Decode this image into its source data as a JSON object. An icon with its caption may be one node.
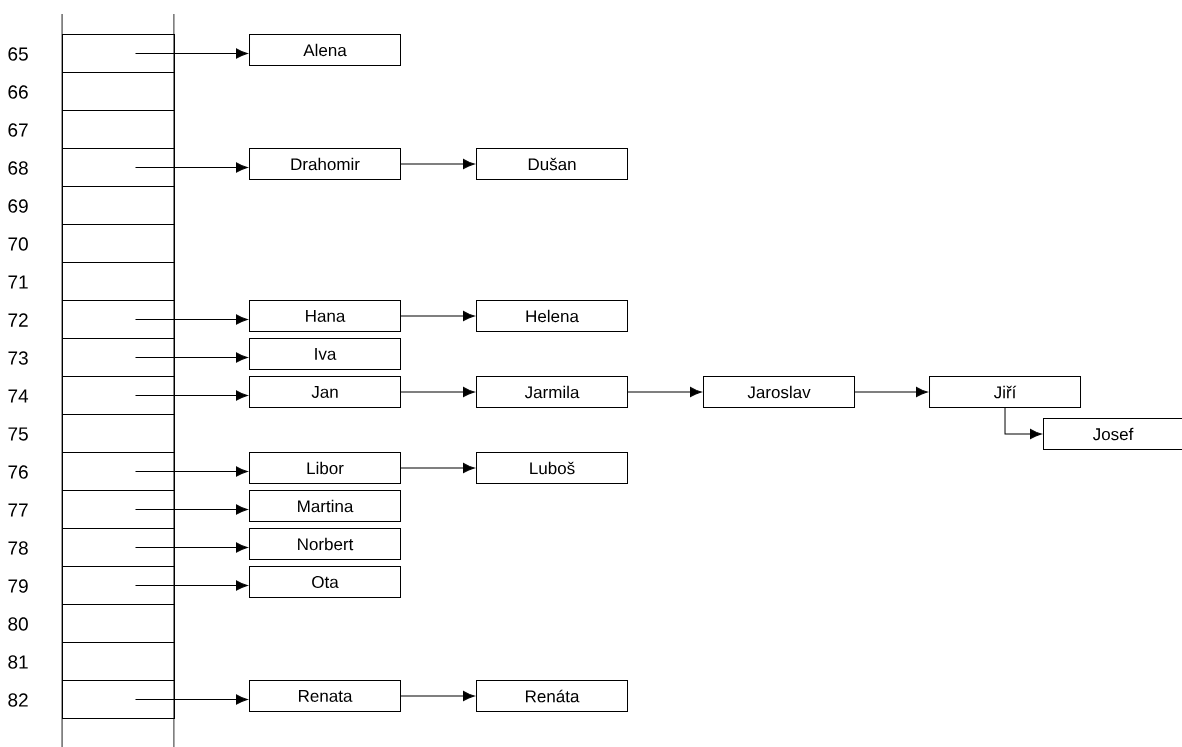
{
  "diagram": {
    "nodes": [
      {
        "text": [],
        "shape": "box",
        "beside": [
          "65"
        ]
      },
      {
        "text": [],
        "shape": "box",
        "beside": [
          "66"
        ]
      },
      {
        "text": [],
        "shape": "box",
        "beside": [
          "67"
        ]
      },
      {
        "text": [],
        "shape": "box",
        "beside": [
          "68"
        ]
      },
      {
        "text": [],
        "shape": "box",
        "beside": [
          "69"
        ]
      },
      {
        "text": [],
        "shape": "box",
        "beside": [
          "70"
        ]
      },
      {
        "text": [],
        "shape": "box",
        "beside": [
          "71"
        ]
      },
      {
        "text": [],
        "shape": "box",
        "beside": [
          "72"
        ]
      },
      {
        "text": [],
        "shape": "box",
        "beside": [
          "73"
        ]
      },
      {
        "text": [],
        "shape": "box",
        "beside": [
          "74"
        ]
      },
      {
        "text": [],
        "shape": "box",
        "beside": [
          "75"
        ]
      },
      {
        "text": [],
        "shape": "box",
        "beside": [
          "76"
        ]
      },
      {
        "text": [],
        "shape": "box",
        "beside": [
          "77"
        ]
      },
      {
        "text": [],
        "shape": "box",
        "beside": [
          "78"
        ]
      },
      {
        "text": [],
        "shape": "box",
        "beside": [
          "79"
        ]
      },
      {
        "text": [],
        "shape": "box",
        "beside": [
          "80"
        ]
      },
      {
        "text": [],
        "shape": "box",
        "beside": [
          "81"
        ]
      },
      {
        "text": [],
        "shape": "box",
        "beside": [
          "82"
        ]
      },
      {
        "text": [
          "Alena"
        ]
      },
      {
        "text": [
          "Drahomir"
        ]
      },
      {
        "text": [
          "Dušan"
        ]
      },
      {
        "text": [
          "Hana"
        ]
      },
      {
        "text": [
          "Helena"
        ]
      },
      {
        "text": [
          "Iva"
        ]
      },
      {
        "text": [
          "Jan"
        ]
      },
      {
        "text": [
          "Jarmila"
        ]
      },
      {
        "text": [
          "Jaroslav"
        ]
      },
      {
        "text": [
          "Jiří"
        ]
      },
      {
        "text": [
          "Josef"
        ]
      },
      {
        "text": [
          "Libor"
        ]
      },
      {
        "text": [
          "Luboš"
        ]
      },
      {
        "text": [
          "Martina"
        ]
      },
      {
        "text": [
          "Norbert"
        ]
      },
      {
        "text": [
          "Ota"
        ]
      },
      {
        "text": [
          "Renata"
        ]
      },
      {
        "text": [
          "Renáta"
        ]
      }
    ],
    "edges": [
      {
        "from": 0,
        "to": 18,
        "arrow": "to"
      },
      {
        "from": 3,
        "to": 19,
        "arrow": "to"
      },
      {
        "from": 19,
        "to": 20,
        "arrow": "to"
      },
      {
        "from": 7,
        "to": 21,
        "arrow": "to"
      },
      {
        "from": 21,
        "to": 22,
        "arrow": "to"
      },
      {
        "from": 8,
        "to": 23,
        "arrow": "to"
      },
      {
        "from": 9,
        "to": 24,
        "arrow": "to"
      },
      {
        "from": 24,
        "to": 25,
        "arrow": "to"
      },
      {
        "from": 25,
        "to": 26,
        "arrow": "to"
      },
      {
        "from": 26,
        "to": 27,
        "arrow": "to"
      },
      {
        "from": 27,
        "to": 28,
        "arrow": "to"
      },
      {
        "from": 11,
        "to": 29,
        "arrow": "to"
      },
      {
        "from": 29,
        "to": 30,
        "arrow": "to"
      },
      {
        "from": 12,
        "to": 31,
        "arrow": "to"
      },
      {
        "from": 13,
        "to": 32,
        "arrow": "to"
      },
      {
        "from": 14,
        "to": 33,
        "arrow": "to"
      },
      {
        "from": 17,
        "to": 34,
        "arrow": "to"
      },
      {
        "from": 34,
        "to": 35,
        "arrow": "to"
      }
    ]
  }
}
